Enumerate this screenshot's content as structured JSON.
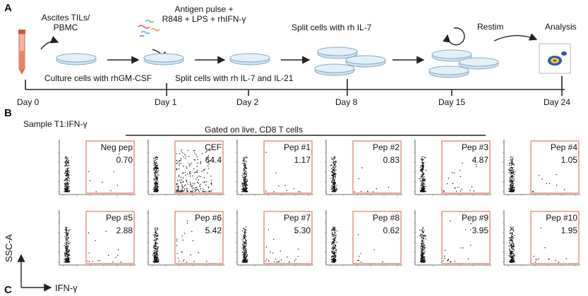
{
  "panels": {
    "a": "A",
    "b": "B",
    "c": "C"
  },
  "timeline": {
    "steps": {
      "ascites": [
        "Ascites TILs/",
        "PBMC"
      ],
      "antigen": [
        "Antigen pulse +",
        "R848 + LPS + rhIFN-γ"
      ],
      "split_il7": "Split cells with rh IL-7",
      "restim": "Restim",
      "analysis": "Analysis",
      "culture": "Culture cells with rhGM-CSF",
      "split_il7_il21": "Split cells with rh IL-7 and IL-21"
    },
    "days": [
      "Day 0",
      "Day 1",
      "Day 2",
      "Day 8",
      "Day 15",
      "Day 24"
    ]
  },
  "flow": {
    "sample": "Sample T1:IFN-γ",
    "gate": "Gated on live, CD8 T cells",
    "y_axis": "SSC-A",
    "x_axis": "IFN-γ",
    "plots": [
      {
        "name": "Neg pep",
        "pct": "0.70",
        "pct_num": 0.7
      },
      {
        "name": "CEF",
        "pct": "64.4",
        "pct_num": 64.4
      },
      {
        "name": "Pep #1",
        "pct": "1.17",
        "pct_num": 1.17
      },
      {
        "name": "Pep #2",
        "pct": "0.83",
        "pct_num": 0.83
      },
      {
        "name": "Pep #3",
        "pct": "4.87",
        "pct_num": 4.87
      },
      {
        "name": "Pep #4",
        "pct": "1.05",
        "pct_num": 1.05
      },
      {
        "name": "Pep #5",
        "pct": "2.88",
        "pct_num": 2.88
      },
      {
        "name": "Pep #6",
        "pct": "5.42",
        "pct_num": 5.42
      },
      {
        "name": "Pep #7",
        "pct": "5.30",
        "pct_num": 5.3
      },
      {
        "name": "Pep #8",
        "pct": "0.62",
        "pct_num": 0.62
      },
      {
        "name": "Pep #9",
        "pct": "3.95",
        "pct_num": 3.95
      },
      {
        "name": "Pep #10",
        "pct": "1.95",
        "pct_num": 1.95
      }
    ]
  },
  "colors": {
    "gate": "#e07a5f",
    "dish_fill": "#cfe3ef",
    "dish_edge": "#7fa9c4",
    "tube": "#e8866a"
  }
}
